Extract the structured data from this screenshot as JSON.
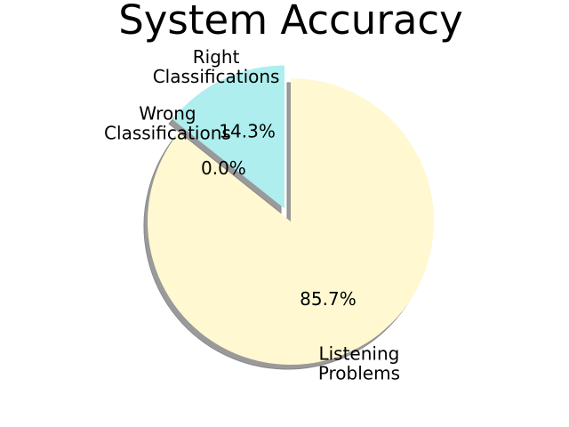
{
  "chart_data": {
    "type": "pie",
    "title": "System Accuracy",
    "start_angle_deg": 90,
    "direction": "counterclockwise",
    "shadow": true,
    "slices": [
      {
        "label": "Right\nClassifications",
        "value": 14.3,
        "pct_label": "14.3%",
        "color": "#afeeee",
        "exploded": true
      },
      {
        "label": "Wrong\nClassifications",
        "value": 0.0,
        "pct_label": "0.0%",
        "color": "#fafad2",
        "exploded": false
      },
      {
        "label": "Listening\nProblems",
        "value": 85.7,
        "pct_label": "85.7%",
        "color": "#fff8d0",
        "exploded": false
      }
    ]
  }
}
